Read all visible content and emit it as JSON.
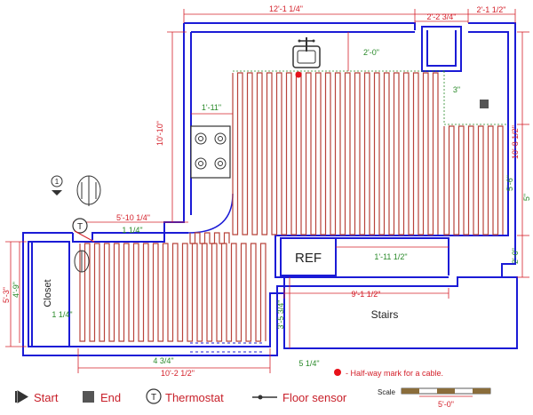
{
  "dimensions": {
    "top_total": "12'-1 1/4\"",
    "top_mid": "2'-2 3/4\"",
    "top_right": "2'-1 1/2\"",
    "sink_offset": "2'-0\"",
    "left_height": "10'-10\"",
    "stove_offset": "1'-11\"",
    "gap_3": "3\"",
    "right_height": "10'-8 1/2\"",
    "right_5_6": "5'-6\"",
    "right_2_0": "2'-0\"",
    "right_5": "5\"",
    "corridor": "5'-10 1/4\"",
    "small_1_14a": "1 1/4\"",
    "closet_left_53": "5'-3\"",
    "closet_left_49": "4'-9\"",
    "closet_1_14": "1 1/4\"",
    "ref_to_counter": "1'-11 1/2\"",
    "stairs_width": "9'-1 1/2\"",
    "stairs_height": "3'-5 3/4\"",
    "bottom_434": "4 3/4\"",
    "bottom_514": "5 1/4\"",
    "bottom_total": "10'-2 1/2\""
  },
  "labels": {
    "closet": "Closet",
    "ref": "REF",
    "stairs": "Stairs",
    "halfway_note": "- Half-way mark for a cable.",
    "thermostat_marker": "T",
    "start_marker": "1"
  },
  "legend": {
    "start": "Start",
    "end": "End",
    "thermostat": "Thermostat",
    "floor_sensor": "Floor sensor",
    "thermostat_symbol": "T"
  },
  "scale": {
    "label": "Scale",
    "value": "5'-0\""
  },
  "colors": {
    "wall": "#1b1bd6",
    "cable": "#b8433b",
    "dimension": "#d4202a",
    "green_text": "#2a8a2a",
    "halfway_dot": "#e8111a"
  }
}
